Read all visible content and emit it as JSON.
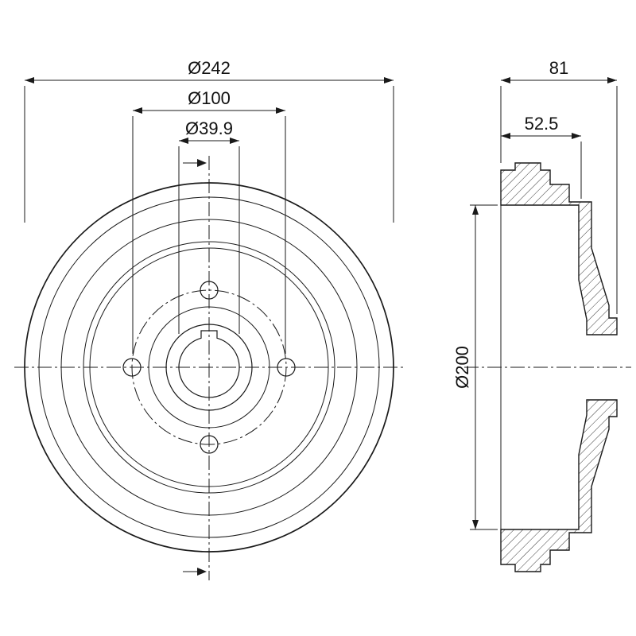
{
  "drawing": {
    "type": "brake-drum-technical-drawing",
    "colors": {
      "line": "#1a1a1a",
      "background": "#ffffff"
    },
    "front_view": {
      "dimensions": {
        "outer_diameter": "Ø242",
        "bolt_circle": "Ø100",
        "bore": "Ø39.9"
      }
    },
    "side_view": {
      "dimensions": {
        "overall_width": "81",
        "drum_depth": "52.5",
        "inner_diameter": "Ø200"
      }
    }
  }
}
